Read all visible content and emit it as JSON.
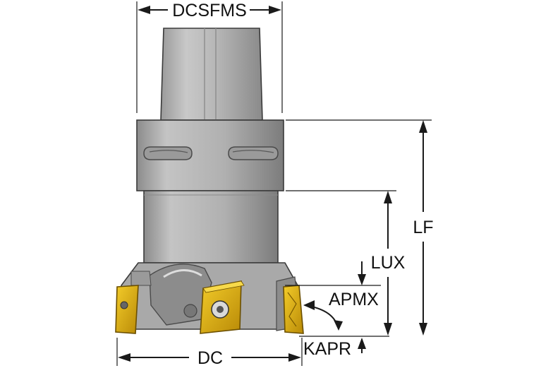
{
  "labels": {
    "dcsfms": "DCSFMS",
    "lf": "LF",
    "lux": "LUX",
    "apmx": "APMX",
    "dc": "DC",
    "kapr": "KAPR"
  },
  "colors": {
    "body_light": "#c9c9c9",
    "body_mid": "#a8a8a8",
    "body_dark": "#7e7e7e",
    "insert_gold": "#e0b20f",
    "insert_shadow": "#a87d06",
    "line": "#1a1a1a"
  }
}
